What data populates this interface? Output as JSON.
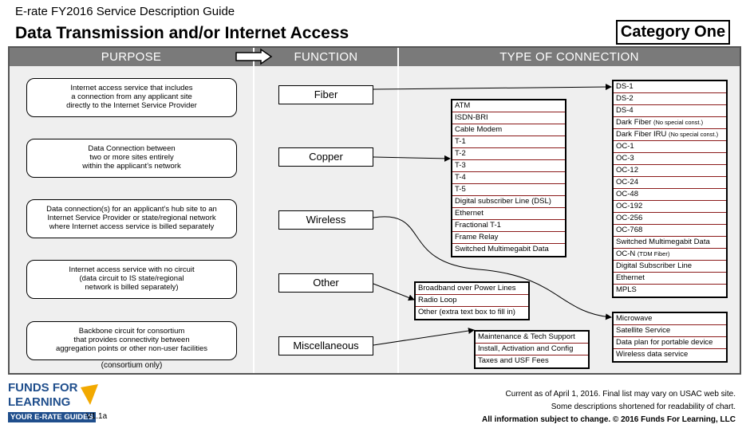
{
  "header": {
    "guide_title": "E-rate FY2016 Service Description Guide",
    "page_title": "Data Transmission and/or Internet Access",
    "category": "Category One"
  },
  "columns": {
    "purpose": "PURPOSE",
    "function": "FUNCTION",
    "type": "TYPE OF CONNECTION"
  },
  "purposes": [
    "Internet access service that includes\na connection from any applicant site\ndirectly to the Internet Service Provider",
    "Data Connection between\ntwo or more sites entirely\nwithin the applicant’s network",
    "Data connection(s) for an applicant’s hub site to an\nInternet Service Provider or state/regional network\nwhere Internet access service is billed separately",
    "Internet access service with no circuit\n(data circuit to IS state/regional\nnetwork is billed separately)",
    "Backbone circuit for consortium\nthat provides connectivity between\naggregation points or other non-user facilities"
  ],
  "consortium_note": "(consortium only)",
  "functions": [
    "Fiber",
    "Copper",
    "Wireless",
    "Other",
    "Miscellaneous"
  ],
  "lists": {
    "fiber": [
      {
        "text": "DS-1",
        "note": ""
      },
      {
        "text": "DS-2",
        "note": ""
      },
      {
        "text": "DS-4",
        "note": ""
      },
      {
        "text": "Dark Fiber",
        "note": "(No special const.)"
      },
      {
        "text": "Dark Fiber IRU",
        "note": "(No special const.)"
      },
      {
        "text": "OC-1",
        "note": ""
      },
      {
        "text": "OC-3",
        "note": ""
      },
      {
        "text": "OC-12",
        "note": ""
      },
      {
        "text": "OC-24",
        "note": ""
      },
      {
        "text": "OC-48",
        "note": ""
      },
      {
        "text": "OC-192",
        "note": ""
      },
      {
        "text": "OC-256",
        "note": ""
      },
      {
        "text": "OC-768",
        "note": ""
      },
      {
        "text": "Switched Multimegabit Data",
        "note": ""
      },
      {
        "text": "OC-N",
        "note": "(TDM Fiber)"
      },
      {
        "text": "Digital Subscriber Line",
        "note": ""
      },
      {
        "text": "Ethernet",
        "note": ""
      },
      {
        "text": "MPLS",
        "note": ""
      }
    ],
    "copper": [
      "ATM",
      "ISDN-BRI",
      "Cable Modem",
      "T-1",
      "T-2",
      "T-3",
      "T-4",
      "T-5",
      "Digital subscriber Line (DSL)",
      "Ethernet",
      "Fractional T-1",
      "Frame Relay",
      "Switched Multimegabit Data"
    ],
    "wireless": [
      "Microwave",
      "Satellite Service",
      "Data plan for portable device",
      "Wireless data service"
    ],
    "other": [
      "Broadband over Power Lines",
      "Radio Loop",
      "Other (extra text box to fill in)"
    ],
    "misc": [
      "Maintenance & Tech Support",
      "Install, Activation and Config",
      "Taxes and USF Fees"
    ]
  },
  "footer": {
    "line1": "Current as of April 1, 2016. Final list may vary on USAC web site.",
    "line2": "Some descriptions shortened for readability of chart.",
    "line3": "All information subject to change. © 2016 Funds For Learning, LLC"
  },
  "logo": {
    "line1": "FUNDS FOR",
    "line2": "LEARNING",
    "tagline": "YOUR E-RATE GUIDES",
    "version": "V1.1a"
  },
  "colors": {
    "header_gray": "#7a7a7a",
    "row_divider": "#8b1a1a",
    "brand_blue": "#1f4e8c"
  }
}
